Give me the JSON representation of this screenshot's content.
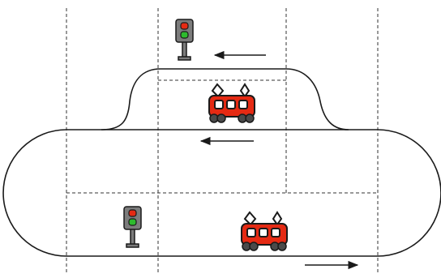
{
  "diagram": {
    "title": "",
    "colors": {
      "track": "#1a1a1a",
      "guide": "#333333",
      "train_body": "#e52a13",
      "train_window": "#ffffff",
      "wheel": "#4a4a4a",
      "signal_housing": "#7c7c7c",
      "signal_red": "#e52a13",
      "signal_green": "#2dbb2d",
      "arrow": "#1a1a1a"
    },
    "signals": [
      {
        "name": "upper-signal",
        "lights": [
          "red",
          "green"
        ]
      },
      {
        "name": "lower-signal",
        "lights": [
          "red",
          "green"
        ]
      }
    ],
    "trains": [
      {
        "name": "upper-train",
        "track": "upper-siding"
      },
      {
        "name": "lower-train",
        "track": "main-loop-bottom"
      }
    ],
    "arrows": [
      {
        "name": "top-arrow",
        "direction": "left"
      },
      {
        "name": "middle-arrow",
        "direction": "left"
      },
      {
        "name": "bottom-arrow",
        "direction": "right"
      }
    ]
  }
}
